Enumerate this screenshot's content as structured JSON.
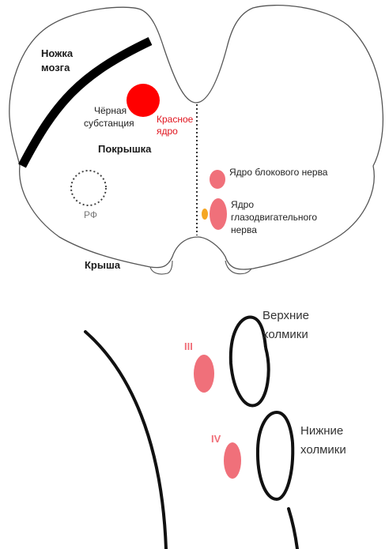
{
  "colors": {
    "outline": "#555555",
    "peduncle": "#000000",
    "red_nucleus": "#ff0000",
    "nucleus_pink": "#f0707a",
    "accessory": "#f5a623"
  },
  "top_labels": {
    "peduncle_line1": "Ножка",
    "peduncle_line2": "мозга",
    "substantia_line1": "Чёрная",
    "substantia_line2": "субстанция",
    "red_nucleus_line1": "Красное",
    "red_nucleus_line2": "ядро",
    "tegmentum": "Покрышка",
    "rf": "РФ",
    "trochlear_nucleus": "Ядро блокового нерва",
    "oculomotor_line1": "Ядро",
    "oculomotor_line2": "глазодвигательного",
    "oculomotor_line3": "нерва",
    "tectum": "Крыша"
  },
  "bottom_labels": {
    "superior_line1": "Верхние",
    "superior_line2": "холмики",
    "inferior_line1": "Нижние",
    "inferior_line2": "холмики",
    "nucleus_iii": "III",
    "nucleus_iv": "IV"
  }
}
